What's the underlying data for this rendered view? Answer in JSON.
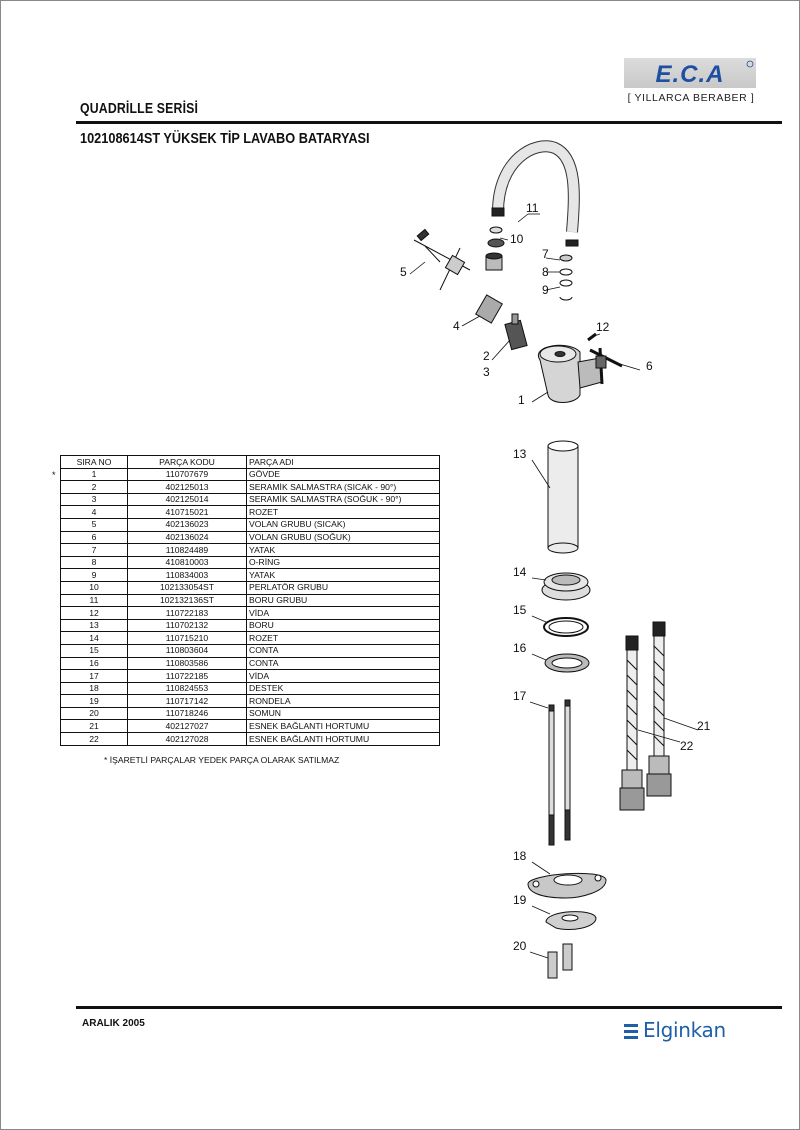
{
  "header": {
    "series_title": "QUADRİLLE SERİSİ",
    "product_title": "102108614ST YÜKSEK TİP LAVABO BATARYASI",
    "brand_logo_text": "E.C.A",
    "brand_tagline": "[ YILLARCA BERABER ]"
  },
  "parts_table": {
    "headers": [
      "SIRA NO",
      "PARÇA KODU",
      "PARÇA ADI"
    ],
    "rows": [
      {
        "no": "1",
        "code": "110707679",
        "name": "GÖVDE"
      },
      {
        "no": "2",
        "code": "402125013",
        "name": "SERAMİK SALMASTRA (SICAK - 90°)"
      },
      {
        "no": "3",
        "code": "402125014",
        "name": "SERAMİK SALMASTRA (SOĞUK - 90°)"
      },
      {
        "no": "4",
        "code": "410715021",
        "name": "ROZET"
      },
      {
        "no": "5",
        "code": "402136023",
        "name": "VOLAN GRUBU (SICAK)"
      },
      {
        "no": "6",
        "code": "402136024",
        "name": "VOLAN GRUBU (SOĞUK)"
      },
      {
        "no": "7",
        "code": "110824489",
        "name": "YATAK"
      },
      {
        "no": "8",
        "code": "410810003",
        "name": "O-RİNG"
      },
      {
        "no": "9",
        "code": "110834003",
        "name": "YATAK"
      },
      {
        "no": "10",
        "code": "102133054ST",
        "name": "PERLATÖR GRUBU"
      },
      {
        "no": "11",
        "code": "102132136ST",
        "name": "BORU GRUBU"
      },
      {
        "no": "12",
        "code": "110722183",
        "name": "VİDA"
      },
      {
        "no": "13",
        "code": "110702132",
        "name": "BORU"
      },
      {
        "no": "14",
        "code": "110715210",
        "name": "ROZET"
      },
      {
        "no": "15",
        "code": "110803604",
        "name": "CONTA"
      },
      {
        "no": "16",
        "code": "110803586",
        "name": "CONTA"
      },
      {
        "no": "17",
        "code": "110722185",
        "name": "VİDA"
      },
      {
        "no": "18",
        "code": "110824553",
        "name": "DESTEK"
      },
      {
        "no": "19",
        "code": "110717142",
        "name": "RONDELA"
      },
      {
        "no": "20",
        "code": "110718246",
        "name": "SOMUN"
      },
      {
        "no": "21",
        "code": "402127027",
        "name": "ESNEK BAĞLANTI HORTUMU"
      },
      {
        "no": "22",
        "code": "402127028",
        "name": "ESNEK BAĞLANTI HORTUMU"
      }
    ],
    "marker": "*",
    "footnote": "* İŞARETLİ PARÇALAR YEDEK PARÇA OLARAK SATILMAZ"
  },
  "diagram": {
    "callouts": [
      "1",
      "2",
      "3",
      "4",
      "5",
      "6",
      "7",
      "8",
      "9",
      "10",
      "11",
      "12",
      "13",
      "14",
      "15",
      "16",
      "17",
      "18",
      "19",
      "20",
      "21",
      "22"
    ]
  },
  "footer": {
    "date": "ARALIK 2005",
    "company": "Elginkan"
  },
  "colors": {
    "eca_blue": "#1f4fa0",
    "elginkan_blue": "#1f5fa8"
  }
}
